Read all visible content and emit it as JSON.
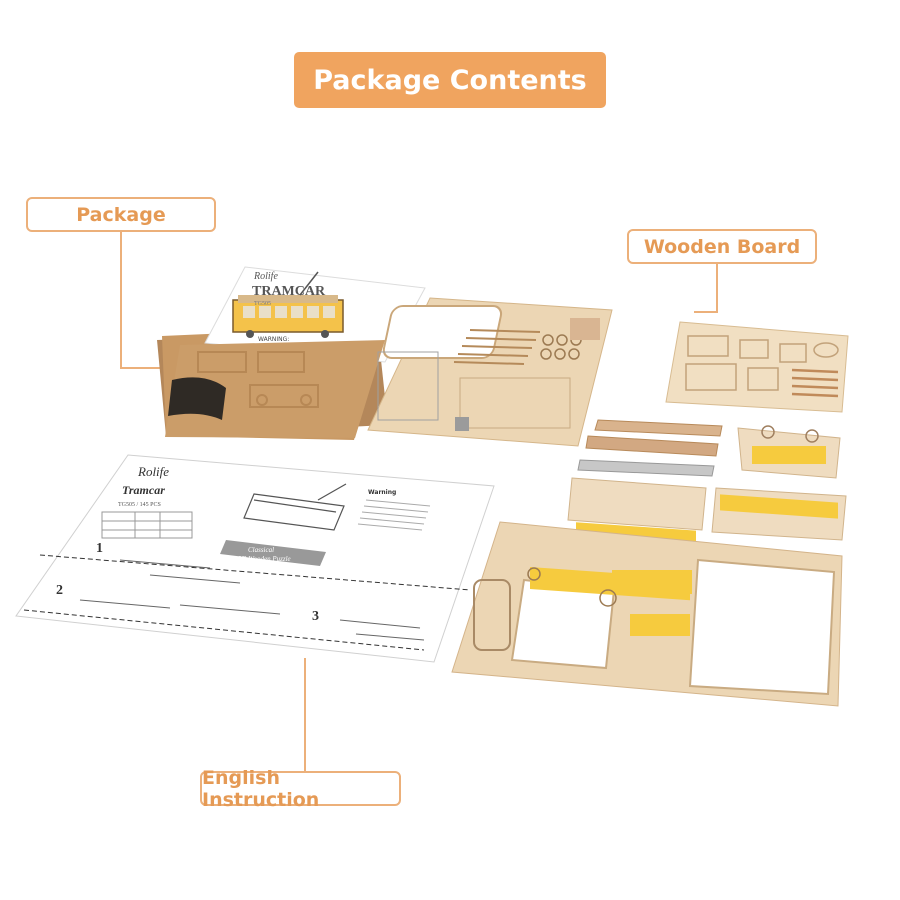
{
  "header": {
    "title": "Package Contents"
  },
  "callouts": {
    "package": "Package",
    "wooden_board": "Wooden Board",
    "english_instruction": "English Instruction"
  },
  "box": {
    "brand": "Rolife",
    "product": "TRAMCAR",
    "code": "TG505",
    "warning": "WARNING:"
  },
  "manual": {
    "brand": "Rolife",
    "title": "Tramcar",
    "code_pcs": "TG505 / 145 PCS",
    "classical_line1": "Classical",
    "classical_line2": "3D Wooden Puzzle",
    "warning": "Warning",
    "steps": [
      "1",
      "2",
      "3"
    ]
  },
  "colors": {
    "accent": "#f0a45f",
    "callout_border": "#ecb07a",
    "wood": "#ecd6b4",
    "kraft": "#c99964",
    "yellow_parts": "#f6cb3e"
  }
}
